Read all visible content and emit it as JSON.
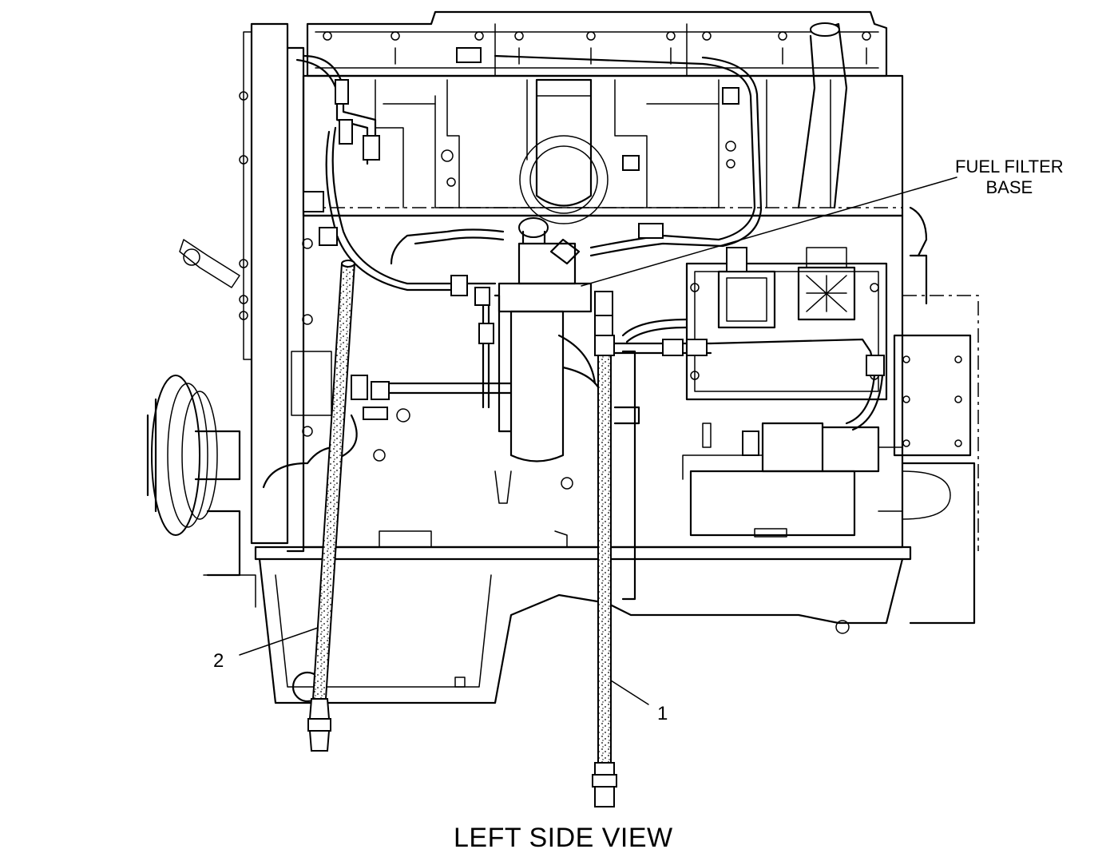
{
  "callouts": {
    "fuel_filter_base": [
      "FUEL FILTER",
      "BASE"
    ],
    "item_1": "1",
    "item_2": "2"
  },
  "title": "LEFT SIDE VIEW"
}
